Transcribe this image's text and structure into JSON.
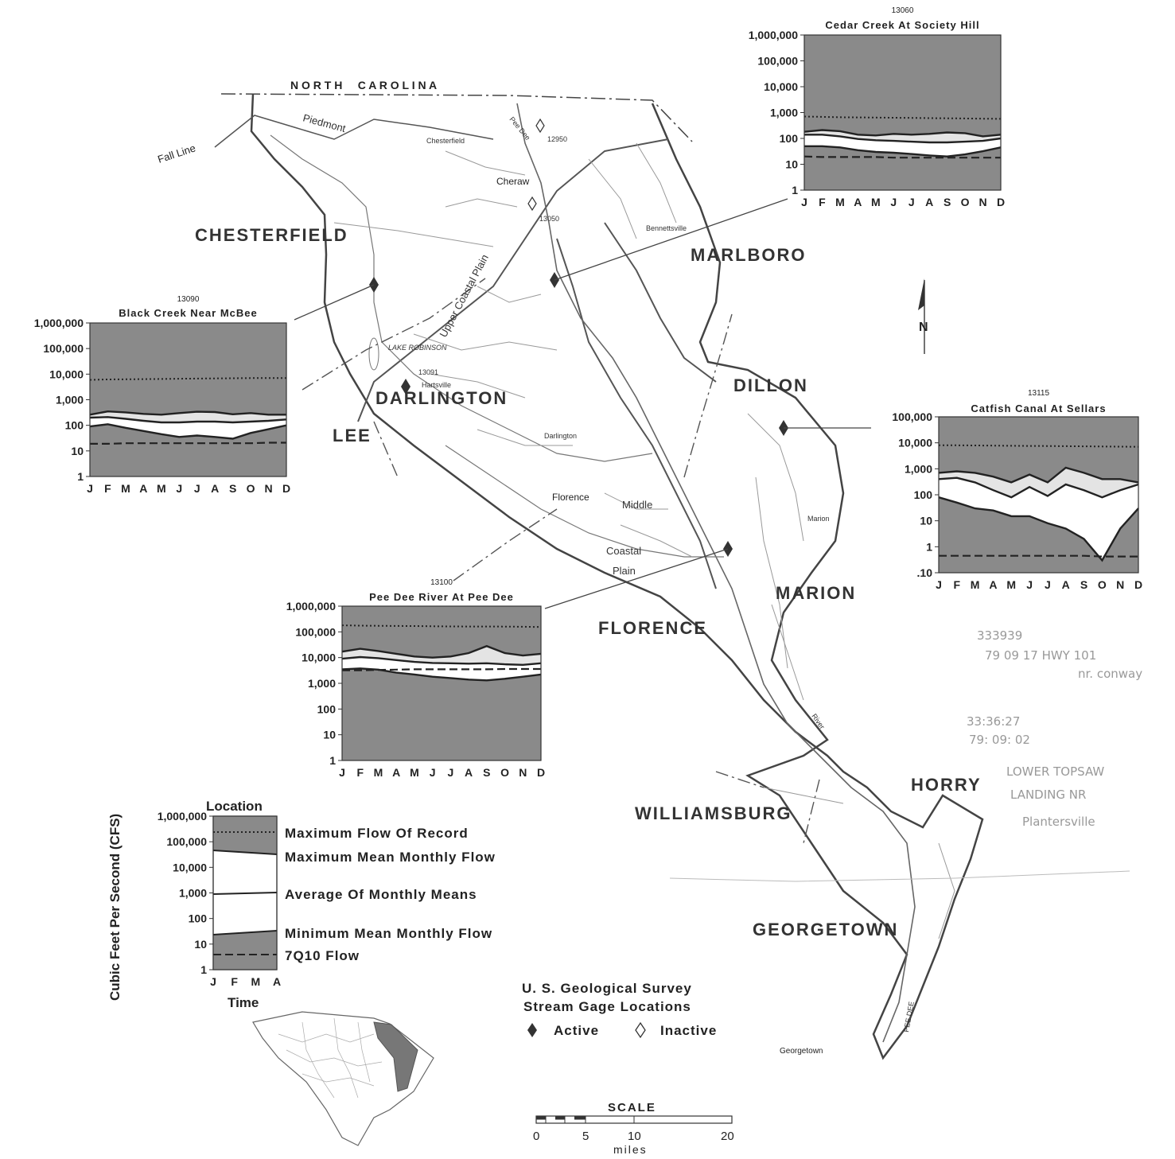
{
  "map": {
    "state_label": "N O R T H     C A R O L I N A",
    "fall_line": "Fall Line",
    "regions": {
      "piedmont": "Piedmont",
      "upper_coastal": "Upper Coastal Plain",
      "middle": "Middle",
      "coastal": "Coastal",
      "plain": "Plain"
    },
    "counties": [
      "CHESTERFIELD",
      "MARLBORO",
      "DARLINGTON",
      "LEE",
      "DILLON",
      "FLORENCE",
      "MARION",
      "WILLIAMSBURG",
      "HORRY",
      "GEORGETOWN"
    ],
    "towns": {
      "chesterfield": "Chesterfield",
      "cheraw": "Cheraw",
      "bennettsville": "Bennettsville",
      "hartsville": "Hartsville",
      "darlington": "Darlington",
      "florence": "Florence",
      "marion": "Marion",
      "georgetown": "Georgetown"
    },
    "lake": "LAKE ROBINSON",
    "rivers": {
      "pee_dee": "Pee Dee",
      "river": "River",
      "pee_dee_lower": "PEE DEE"
    },
    "gage_ids": {
      "g12950": "12950",
      "g13050": "13050",
      "g13091": "13091"
    },
    "north": "N"
  },
  "legend": {
    "location": "Location",
    "y_axis": "Cubic Feet Per Second (CFS)",
    "time": "Time",
    "y_ticks": [
      "1,000,000",
      "100,000",
      "10,000",
      "1,000",
      "100",
      "10",
      "1"
    ],
    "x_ticks": [
      "J",
      "F",
      "M",
      "A"
    ],
    "items": [
      "Maximum Flow Of Record",
      "Maximum Mean Monthly Flow",
      "Average Of Monthly Means",
      "Minimum Mean Monthly Flow",
      "7Q10 Flow"
    ]
  },
  "gage_legend": {
    "title1": "U. S. Geological Survey",
    "title2": "Stream Gage Locations",
    "active": "Active",
    "inactive": "Inactive"
  },
  "scale": {
    "title": "SCALE",
    "ticks": [
      "0",
      "5",
      "10",
      "20"
    ],
    "unit": "miles"
  },
  "handwritten": [
    "333939",
    "79 09 17 HWY 101",
    "nr. conway",
    "33:36:27",
    "79: 09: 02",
    "LOWER TOPSAW",
    "LANDING NR",
    "Plantersville"
  ],
  "chart_data": [
    {
      "type": "area",
      "id": "13060",
      "title": "Cedar Creek At Society Hill",
      "x": [
        "J",
        "F",
        "M",
        "A",
        "M",
        "J",
        "J",
        "A",
        "S",
        "O",
        "N",
        "D"
      ],
      "yticks": [
        "1,000,000",
        "100,000",
        "10,000",
        "1,000",
        "100",
        "10",
        "1"
      ],
      "ylim": [
        1,
        1000000
      ],
      "yscale": "log",
      "series": [
        {
          "name": "Maximum Flow Of Record",
          "values": [
            700,
            680,
            660,
            650,
            640,
            630,
            620,
            610,
            600,
            590,
            580,
            570
          ]
        },
        {
          "name": "Maximum Mean Monthly Flow",
          "values": [
            180,
            210,
            190,
            140,
            130,
            150,
            140,
            150,
            170,
            160,
            120,
            140
          ]
        },
        {
          "name": "Average Of Monthly Means",
          "values": [
            140,
            140,
            120,
            95,
            85,
            80,
            75,
            70,
            70,
            75,
            80,
            100
          ]
        },
        {
          "name": "Minimum Mean Monthly Flow",
          "values": [
            50,
            50,
            45,
            35,
            30,
            28,
            25,
            22,
            20,
            24,
            32,
            45
          ]
        },
        {
          "name": "7Q10 Flow",
          "values": [
            20,
            19,
            19,
            19,
            19,
            18,
            18,
            18,
            18,
            18,
            18,
            18
          ]
        }
      ]
    },
    {
      "type": "area",
      "id": "13090",
      "title": "Black Creek Near McBee",
      "x": [
        "J",
        "F",
        "M",
        "A",
        "M",
        "J",
        "J",
        "A",
        "S",
        "O",
        "N",
        "D"
      ],
      "yticks": [
        "1,000,000",
        "100,000",
        "10,000",
        "1,000",
        "100",
        "10",
        "1"
      ],
      "ylim": [
        1,
        1000000
      ],
      "yscale": "log",
      "series": [
        {
          "name": "Maximum Flow Of Record",
          "values": [
            6000,
            6200,
            6300,
            6400,
            6500,
            6600,
            6700,
            6800,
            6900,
            7000,
            7000,
            7000
          ]
        },
        {
          "name": "Maximum Mean Monthly Flow",
          "values": [
            260,
            350,
            320,
            280,
            260,
            300,
            340,
            330,
            270,
            300,
            260,
            260
          ]
        },
        {
          "name": "Average Of Monthly Means",
          "values": [
            200,
            210,
            180,
            150,
            130,
            130,
            140,
            140,
            130,
            140,
            150,
            170
          ]
        },
        {
          "name": "Minimum Mean Monthly Flow",
          "values": [
            90,
            110,
            80,
            60,
            45,
            35,
            40,
            35,
            30,
            50,
            70,
            100
          ]
        },
        {
          "name": "7Q10 Flow",
          "values": [
            19,
            19,
            20,
            20,
            20,
            20,
            20,
            20,
            20,
            20,
            21,
            21
          ]
        }
      ]
    },
    {
      "type": "area",
      "id": "13115",
      "title": "Catfish Canal At Sellars",
      "x": [
        "J",
        "F",
        "M",
        "A",
        "M",
        "J",
        "J",
        "A",
        "S",
        "O",
        "N",
        "D"
      ],
      "yticks": [
        "100,000",
        "10,000",
        "1,000",
        "100",
        "10",
        "1",
        ".10"
      ],
      "ylim": [
        0.1,
        100000
      ],
      "yscale": "log",
      "series": [
        {
          "name": "Maximum Flow Of Record",
          "values": [
            8000,
            8000,
            7900,
            7800,
            7700,
            7600,
            7500,
            7400,
            7300,
            7200,
            7100,
            7000
          ]
        },
        {
          "name": "Maximum Mean Monthly Flow",
          "values": [
            700,
            800,
            700,
            500,
            300,
            600,
            300,
            1100,
            700,
            400,
            400,
            300
          ]
        },
        {
          "name": "Average Of Monthly Means",
          "values": [
            400,
            450,
            300,
            150,
            80,
            200,
            90,
            250,
            150,
            80,
            150,
            250
          ]
        },
        {
          "name": "Minimum Mean Monthly Flow",
          "values": [
            80,
            50,
            30,
            25,
            15,
            15,
            8,
            5,
            2,
            0.3,
            5,
            30
          ]
        },
        {
          "name": "7Q10 Flow",
          "values": [
            0.45,
            0.45,
            0.45,
            0.45,
            0.45,
            0.45,
            0.45,
            0.45,
            0.45,
            0.42,
            0.42,
            0.42
          ]
        }
      ]
    },
    {
      "type": "area",
      "id": "13100",
      "title": "Pee Dee River At Pee Dee",
      "x": [
        "J",
        "F",
        "M",
        "A",
        "M",
        "J",
        "J",
        "A",
        "S",
        "O",
        "N",
        "D"
      ],
      "yticks": [
        "1,000,000",
        "100,000",
        "10,000",
        "1,000",
        "100",
        "10",
        "1"
      ],
      "ylim": [
        1,
        1000000
      ],
      "yscale": "log",
      "series": [
        {
          "name": "Maximum Flow Of Record",
          "values": [
            180000,
            175000,
            172000,
            170000,
            168000,
            165000,
            163000,
            162000,
            161000,
            160000,
            158000,
            155000
          ]
        },
        {
          "name": "Maximum Mean Monthly Flow",
          "values": [
            17000,
            22000,
            18000,
            14000,
            11000,
            10000,
            11000,
            15000,
            28000,
            15000,
            12000,
            14000
          ]
        },
        {
          "name": "Average Of Monthly Means",
          "values": [
            9000,
            10500,
            9500,
            8000,
            6800,
            6200,
            6000,
            5800,
            6000,
            5500,
            5200,
            6000
          ]
        },
        {
          "name": "Minimum Mean Monthly Flow",
          "values": [
            3500,
            3800,
            3400,
            2600,
            2200,
            1800,
            1600,
            1400,
            1300,
            1500,
            1800,
            2200
          ]
        },
        {
          "name": "7Q10 Flow",
          "values": [
            3200,
            3200,
            3300,
            3400,
            3500,
            3500,
            3500,
            3500,
            3500,
            3600,
            3600,
            3600
          ]
        }
      ]
    }
  ]
}
